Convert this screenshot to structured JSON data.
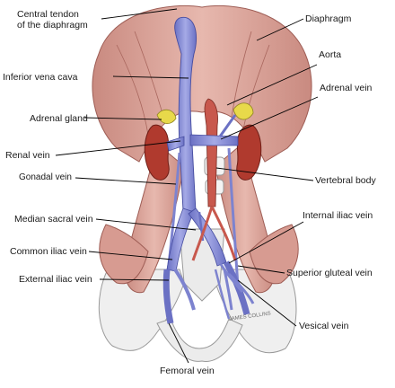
{
  "labels": {
    "central_tendon_line1": "Central tendon",
    "central_tendon_line2": "of the diaphragm",
    "inferior_vena_cava": "Inferior vena cava",
    "adrenal_gland": "Adrenal gland",
    "renal_vein": "Renal vein",
    "gonadal_vein": "Gonadal vein",
    "median_sacral_vein": "Median sacral vein",
    "common_iliac_vein": "Common iliac vein",
    "external_iliac_vein": "External iliac vein",
    "femoral_vein": "Femoral vein",
    "diaphragm": "Diaphragm",
    "aorta": "Aorta",
    "adrenal_vein": "Adrenal vein",
    "vertebral_body": "Vertebral body",
    "internal_iliac_vein": "Internal iliac vein",
    "superior_gluteal_vein": "Superior gluteal vein",
    "vesical_vein": "Vesical vein"
  },
  "signature": "JAMES COLLINS",
  "colors": {
    "muscle": "#d9a298",
    "muscle_dark": "#b86c62",
    "vein": "#8d93d6",
    "vein_dark": "#5c63b5",
    "artery": "#c8584d",
    "kidney": "#b03a2e",
    "adrenal": "#e8d94a",
    "bone": "#eeeeee",
    "leader_line": "#000000"
  }
}
